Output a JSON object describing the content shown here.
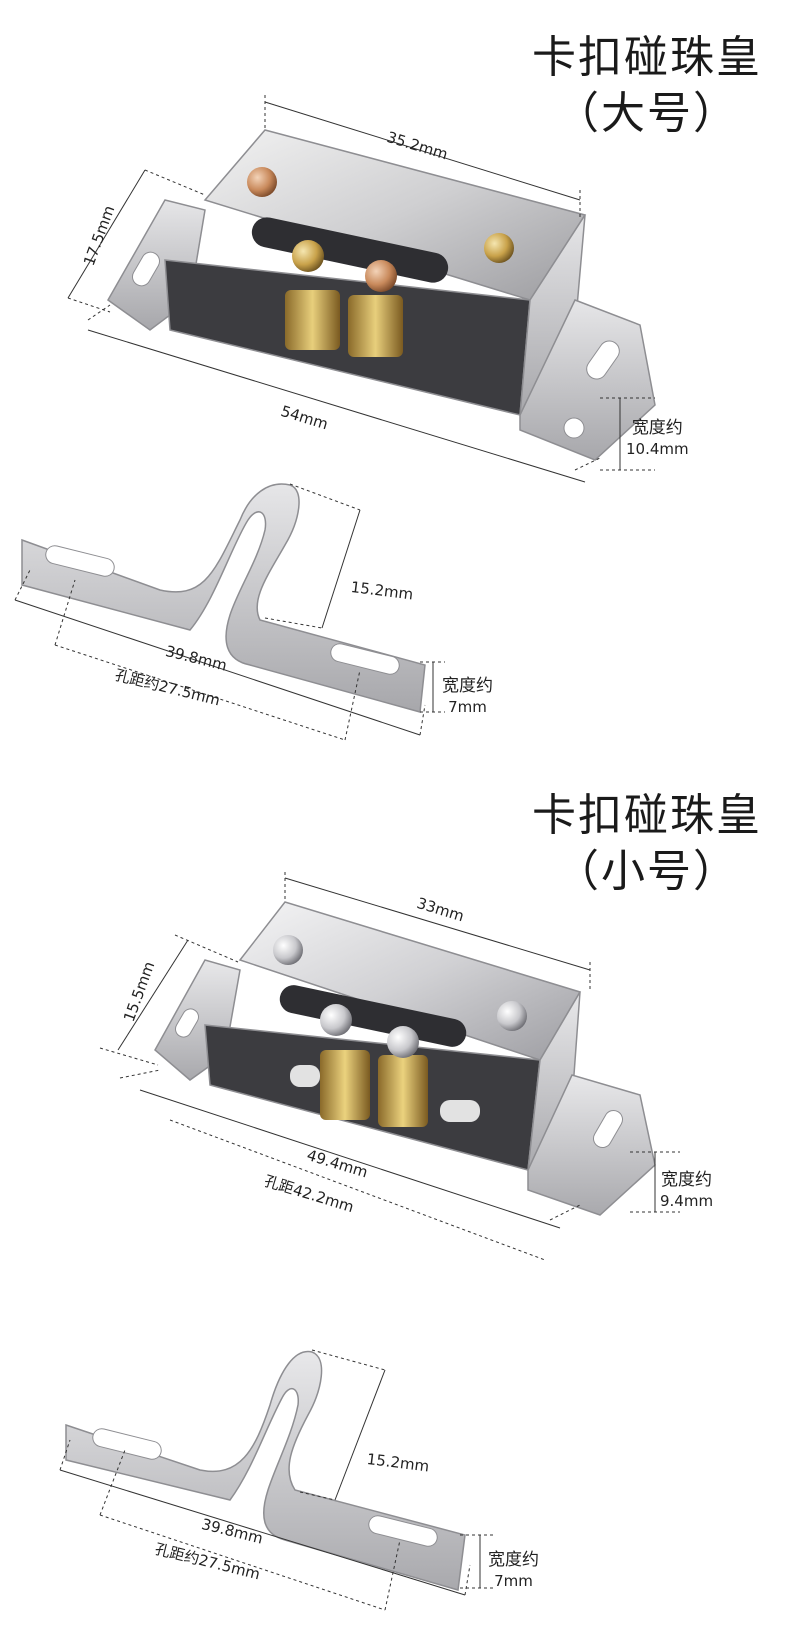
{
  "large": {
    "title_line1": "卡扣碰珠皇",
    "title_line2": "（大号）",
    "catch": {
      "length_top": "35.2mm",
      "height": "17.5mm",
      "total_length": "54mm",
      "width_note": "宽度约",
      "width_value": "10.4mm"
    },
    "strike": {
      "height": "15.2mm",
      "length": "39.8mm",
      "hole_spacing": "孔距约27.5mm",
      "width_note": "宽度约",
      "width_value": "7mm"
    },
    "colors": {
      "rivet": "#c98a5c",
      "ball": "#c9a24a"
    }
  },
  "small": {
    "title_line1": "卡扣碰珠皇",
    "title_line2": "（小号）",
    "catch": {
      "length_top": "33mm",
      "height": "15.5mm",
      "total_length": "49.4mm",
      "hole_spacing": "孔距42.2mm",
      "width_note": "宽度约",
      "width_value": "9.4mm"
    },
    "strike": {
      "height": "15.2mm",
      "length": "39.8mm",
      "hole_spacing": "孔距约27.5mm",
      "width_note": "宽度约",
      "width_value": "7mm"
    },
    "colors": {
      "rivet": "#c8c8cc",
      "ball": "#d4d4d8"
    }
  }
}
